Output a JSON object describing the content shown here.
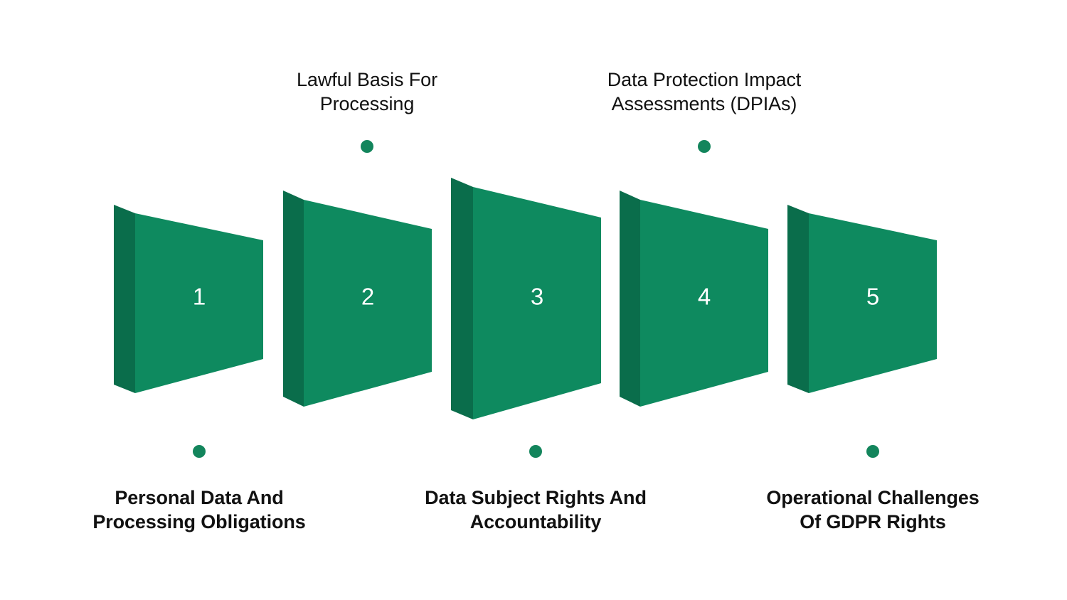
{
  "diagram": {
    "type": "process-steps-3d-blocks",
    "background_color": "#ffffff",
    "block_front_color": "#0E8A5F",
    "block_side_color": "#0A6D4B",
    "number_color": "#ffffff",
    "dot_color": "#13855C",
    "label_color": "#111111",
    "steps": [
      {
        "number": "1",
        "label": "Personal Data And\nProcessing Obligations",
        "label_position": "bottom",
        "dot": true
      },
      {
        "number": "2",
        "label": "Lawful Basis For\nProcessing",
        "label_position": "top",
        "dot": true
      },
      {
        "number": "3",
        "label": "Data Subject Rights And\nAccountability",
        "label_position": "bottom",
        "dot": true
      },
      {
        "number": "4",
        "label": "Data Protection Impact\nAssessments (DPIAs)",
        "label_position": "top",
        "dot": true
      },
      {
        "number": "5",
        "label": "Operational Challenges\nOf GDPR Rights",
        "label_position": "bottom",
        "dot": true
      }
    ]
  }
}
